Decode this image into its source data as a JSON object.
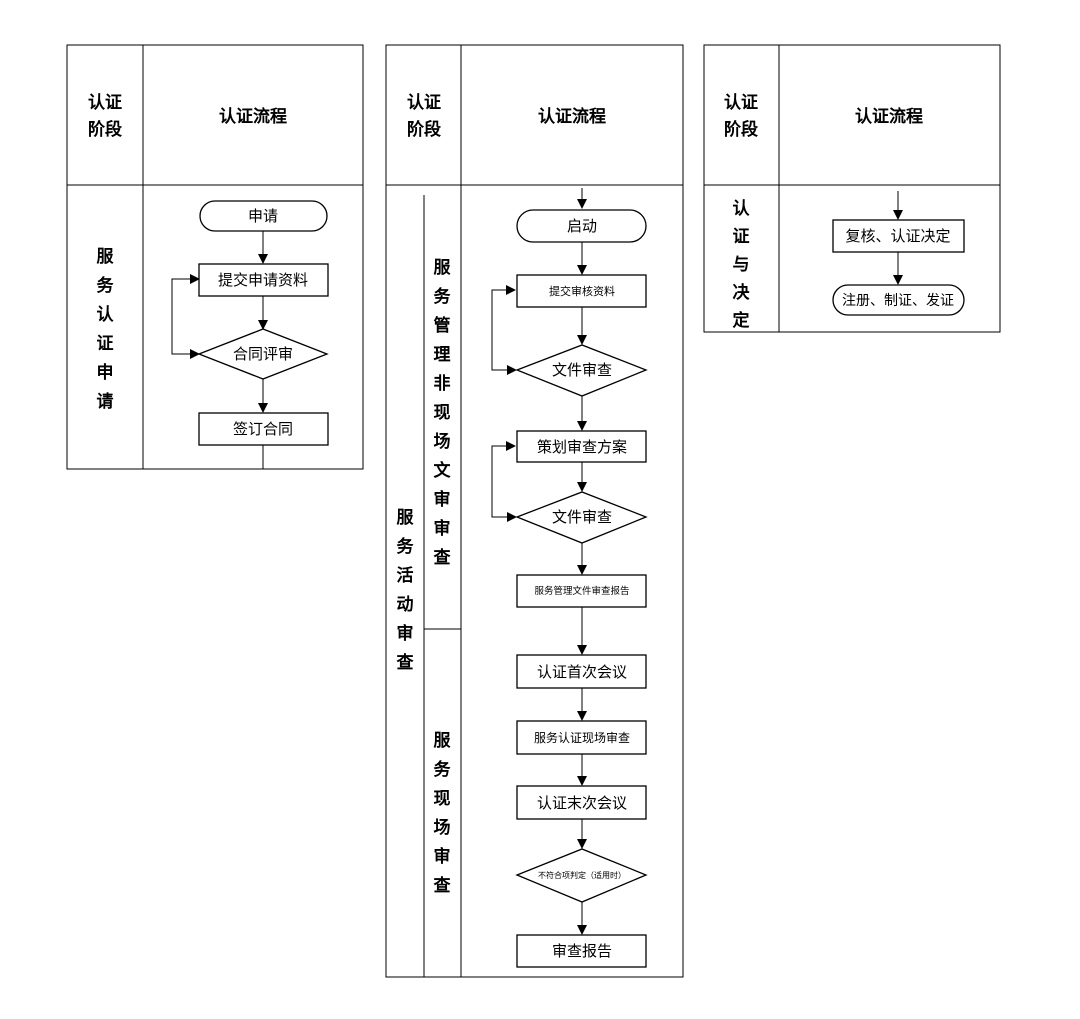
{
  "panel1": {
    "header_stage": [
      "认证",
      "阶段"
    ],
    "header_flow": "认证流程",
    "stage": [
      "服",
      "务",
      "认",
      "证",
      "申",
      "请"
    ],
    "nodes": {
      "apply": "申请",
      "submit": "提交申请资料",
      "review": "合同评审",
      "sign": "签订合同"
    }
  },
  "panel2": {
    "header_stage": [
      "认证",
      "阶段"
    ],
    "header_flow": "认证流程",
    "stage_outer": [
      "服",
      "务",
      "活",
      "动",
      "审",
      "查"
    ],
    "stage_sub1": [
      "服",
      "务",
      "管",
      "理",
      "非",
      "现",
      "场",
      "文",
      "审",
      "审",
      "查"
    ],
    "stage_sub2": [
      "服",
      "务",
      "现",
      "场",
      "审",
      "查"
    ],
    "nodes": {
      "start": "启动",
      "submit": "提交审核资料",
      "doc_review1": "文件审查",
      "plan": "策划审查方案",
      "doc_review2": "文件审查",
      "doc_report": "服务管理文件审查报告",
      "first_meeting": "认证首次会议",
      "onsite": "服务认证现场审查",
      "last_meeting": "认证末次会议",
      "nonconform": "不符合项判定（适用时）",
      "report": "审查报告"
    }
  },
  "panel3": {
    "header_stage": [
      "认证",
      "阶段"
    ],
    "header_flow": "认证流程",
    "stage": [
      "认",
      "证",
      "与",
      "决",
      "定"
    ],
    "nodes": {
      "recheck": "复核、认证决定",
      "register": "注册、制证、发证"
    }
  }
}
